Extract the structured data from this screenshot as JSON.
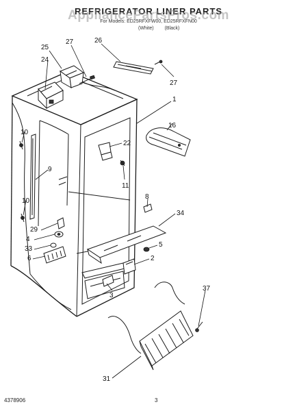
{
  "header": {
    "title": "REFRIGERATOR LINER PARTS",
    "watermark": "AppliancePartsPros.com",
    "models": "For Models: ED25RFXFW00, ED25RFXFN00",
    "variant_white": "(White)",
    "variant_black": "(Black)"
  },
  "footer": {
    "doc_number": "4378906",
    "page_number": "3"
  },
  "callouts": {
    "c25": "25",
    "c27a": "27",
    "c26": "26",
    "c24": "24",
    "c27b": "27",
    "c1": "1",
    "c16": "16",
    "c10a": "10",
    "c22": "22",
    "c9": "9",
    "c11": "11",
    "c8": "8",
    "c10b": "10",
    "c34": "34",
    "c29": "29",
    "c4": "4",
    "c5": "5",
    "c33": "33",
    "c2": "2",
    "c6": "6",
    "c3": "3",
    "c37": "37",
    "c31": "31"
  }
}
